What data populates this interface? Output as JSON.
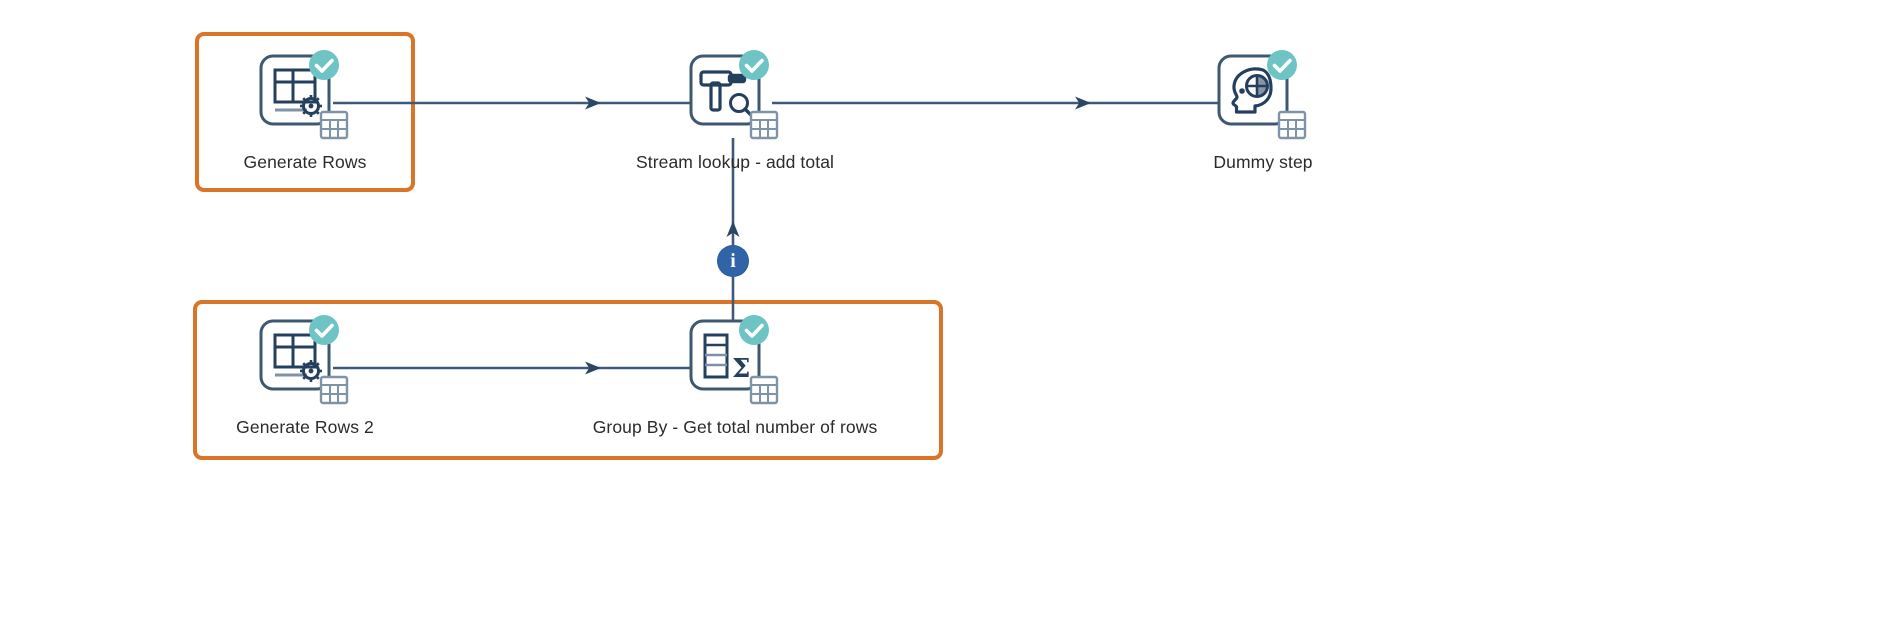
{
  "canvas": {
    "background_color": "#ffffff",
    "title": "Pipeline canvas"
  },
  "theme": {
    "node_outline_color": "#3e5871",
    "node_icon_color": "#24405e",
    "edge_color": "#40597a",
    "selection_color": "#d97428",
    "check_badge_color": "#6ec4c4",
    "info_badge_color": "#2f64a8",
    "label_color": "#2b2b2b"
  },
  "nodes": [
    {
      "id": "generate-rows",
      "label": "Generate Rows",
      "icon": "generate-rows-icon",
      "status": "success",
      "selected": true
    },
    {
      "id": "stream-lookup",
      "label": "Stream lookup - add total",
      "icon": "stream-lookup-icon",
      "status": "success",
      "selected": false
    },
    {
      "id": "dummy-step",
      "label": "Dummy step",
      "icon": "dummy-step-icon",
      "status": "success",
      "selected": false
    },
    {
      "id": "generate-rows-2",
      "label": "Generate Rows 2",
      "icon": "generate-rows-icon",
      "status": "success",
      "selected": true
    },
    {
      "id": "group-by",
      "label": "Group By - Get total number of rows",
      "icon": "group-by-icon",
      "status": "success",
      "selected": true
    }
  ],
  "badges": {
    "check_symbol": "✓",
    "info_symbol": "i"
  },
  "hops": [
    {
      "from": "generate-rows",
      "to": "stream-lookup",
      "direction": "right"
    },
    {
      "from": "stream-lookup",
      "to": "dummy-step",
      "direction": "right"
    },
    {
      "from": "generate-rows-2",
      "to": "group-by",
      "direction": "right"
    },
    {
      "from": "group-by",
      "to": "stream-lookup",
      "direction": "up",
      "badge": "info"
    }
  ],
  "selection_boxes": [
    {
      "id": "selection-top",
      "contains": [
        "generate-rows"
      ]
    },
    {
      "id": "selection-bottom",
      "contains": [
        "generate-rows-2",
        "group-by"
      ]
    }
  ]
}
